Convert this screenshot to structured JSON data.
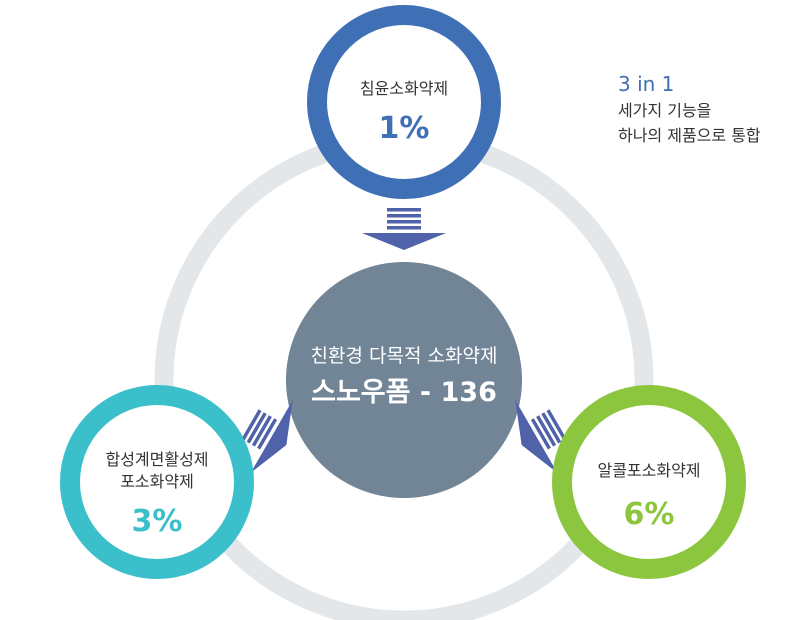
{
  "center": {
    "subtitle": "친환경 다목적 소화약제",
    "title": "스노우폼 - 136"
  },
  "nodes": [
    {
      "key": "top",
      "label_lines": [
        "침윤소화약제"
      ],
      "value": "1%",
      "color": "#3f6fb5"
    },
    {
      "key": "left",
      "label_lines": [
        "합성계면활성제",
        "포소화약제"
      ],
      "value": "3%",
      "color": "#3bbfca"
    },
    {
      "key": "right",
      "label_lines": [
        "알콜포소화약제"
      ],
      "value": "6%",
      "color": "#8cc63f"
    }
  ],
  "note": {
    "brand": "3 in 1",
    "lines": [
      "세가지 기능을",
      "하나의 제품으로 통합"
    ]
  },
  "colors": {
    "ring": "#e4e7ea",
    "center_fill": "#718596",
    "arrow": "#4f62aa",
    "text": "#333333"
  }
}
